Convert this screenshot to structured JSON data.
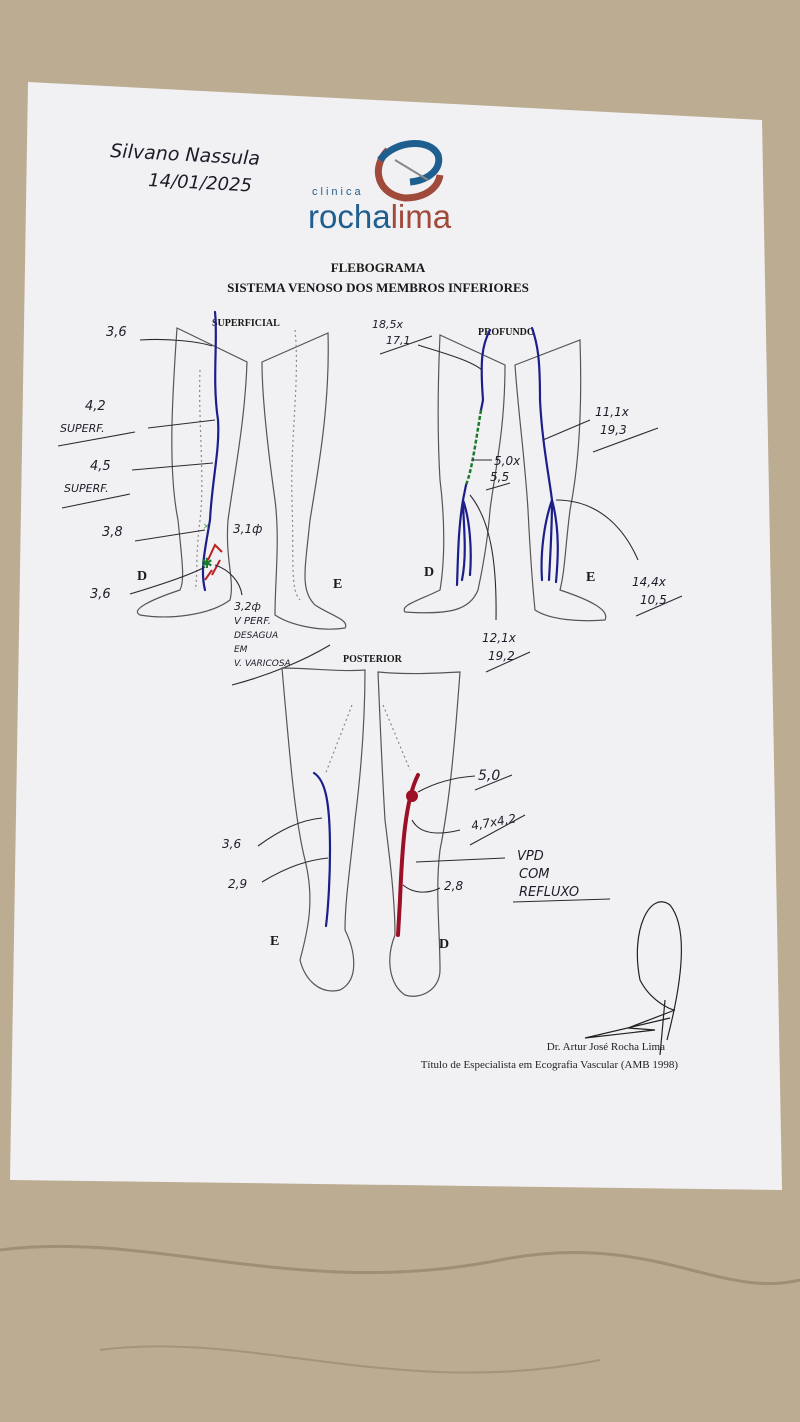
{
  "patient": {
    "name": "Silvano Nassula",
    "date": "14/01/2025"
  },
  "logo": {
    "small": "clinica",
    "part1": "rocha",
    "part2": "lima",
    "color1": "#1f5f8f",
    "color2": "#a04a3c"
  },
  "title": {
    "line1": "FLEBOGRAMA",
    "line2": "SISTEMA VENOSO DOS MEMBROS INFERIORES"
  },
  "sections": {
    "superficial": "SUPERFICIAL",
    "profundo": "PROFUNDO",
    "posterior": "POSTERIOR"
  },
  "sides": {
    "right": "D",
    "left": "E"
  },
  "annotations": {
    "superficial": {
      "a1": "3,6",
      "a2_val": "4,2",
      "a2_txt": "SUPERF.",
      "a3_val": "4,5",
      "a3_txt": "SUPERF.",
      "a4": "3,8",
      "a5": "3,1ф",
      "a6": "3,6",
      "a7_val": "3,2ф",
      "a7_l1": "V PERF.",
      "a7_l2": "DESAGUA",
      "a7_l3": "EM",
      "a7_l4": "V. VARICOSA"
    },
    "profundo": {
      "b1_l1": "18,5x",
      "b1_l2": "17,1",
      "b2_l1": "5,0x",
      "b2_l2": "5,5",
      "b3_l1": "12,1x",
      "b3_l2": "19,2",
      "b4_l1": "11,1x",
      "b4_l2": "19,3",
      "b5_l1": "14,4x",
      "b5_l2": "10,5"
    },
    "posterior": {
      "c1": "3,6",
      "c2": "2,9",
      "c3": "5,0",
      "c4": "4,7x4,2",
      "c5_l1": "VPD",
      "c5_l2": "COM",
      "c5_l3": "REFLUXO",
      "c6": "2,8"
    }
  },
  "signature": {
    "doctor": "Dr. Artur José Rocha Lima",
    "credential": "Título de Especialista em Ecografia Vascular (AMB 1998)"
  }
}
